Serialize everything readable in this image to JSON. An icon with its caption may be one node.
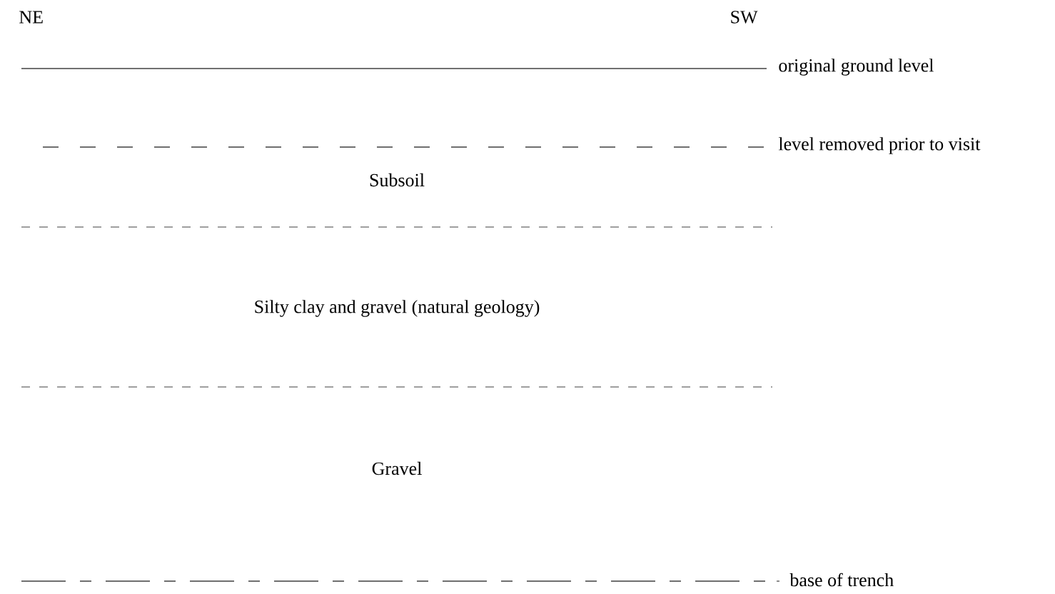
{
  "diagram": {
    "labels": [
      "NE",
      "SW",
      "original ground level",
      "level removed prior to visit",
      "Subsoil",
      "Silty clay and gravel (natural geology)",
      "Gravel",
      "base of trench"
    ]
  }
}
